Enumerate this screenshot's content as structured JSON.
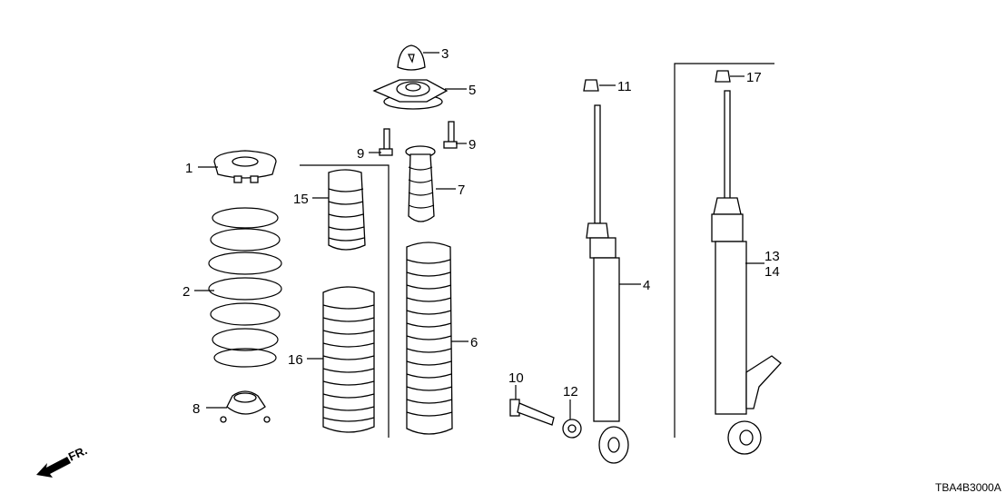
{
  "diagram_code": "TBA4B3000A",
  "direction_label": "FR.",
  "callouts": {
    "c1": "1",
    "c2": "2",
    "c3": "3",
    "c4": "4",
    "c5": "5",
    "c6": "6",
    "c7": "7",
    "c8": "8",
    "c9a": "9",
    "c9b": "9",
    "c10": "10",
    "c11": "11",
    "c12": "12",
    "c13": "13",
    "c14": "14",
    "c15": "15",
    "c16": "16",
    "c17": "17"
  }
}
